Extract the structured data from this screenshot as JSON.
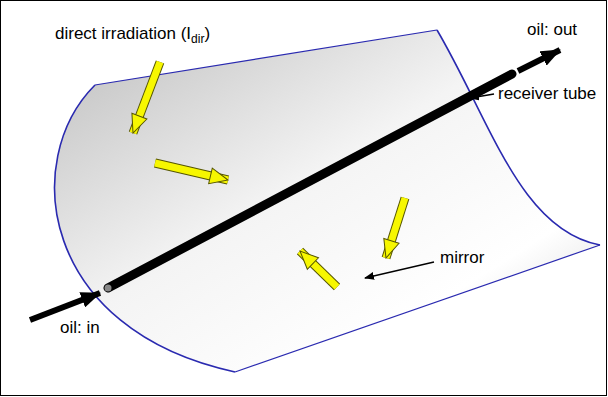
{
  "diagram": {
    "labels": [
      "direct irradiation (I",
      "dir",
      ")",
      "oil: out",
      "receiver tube",
      "mirror",
      "oil: in"
    ]
  }
}
